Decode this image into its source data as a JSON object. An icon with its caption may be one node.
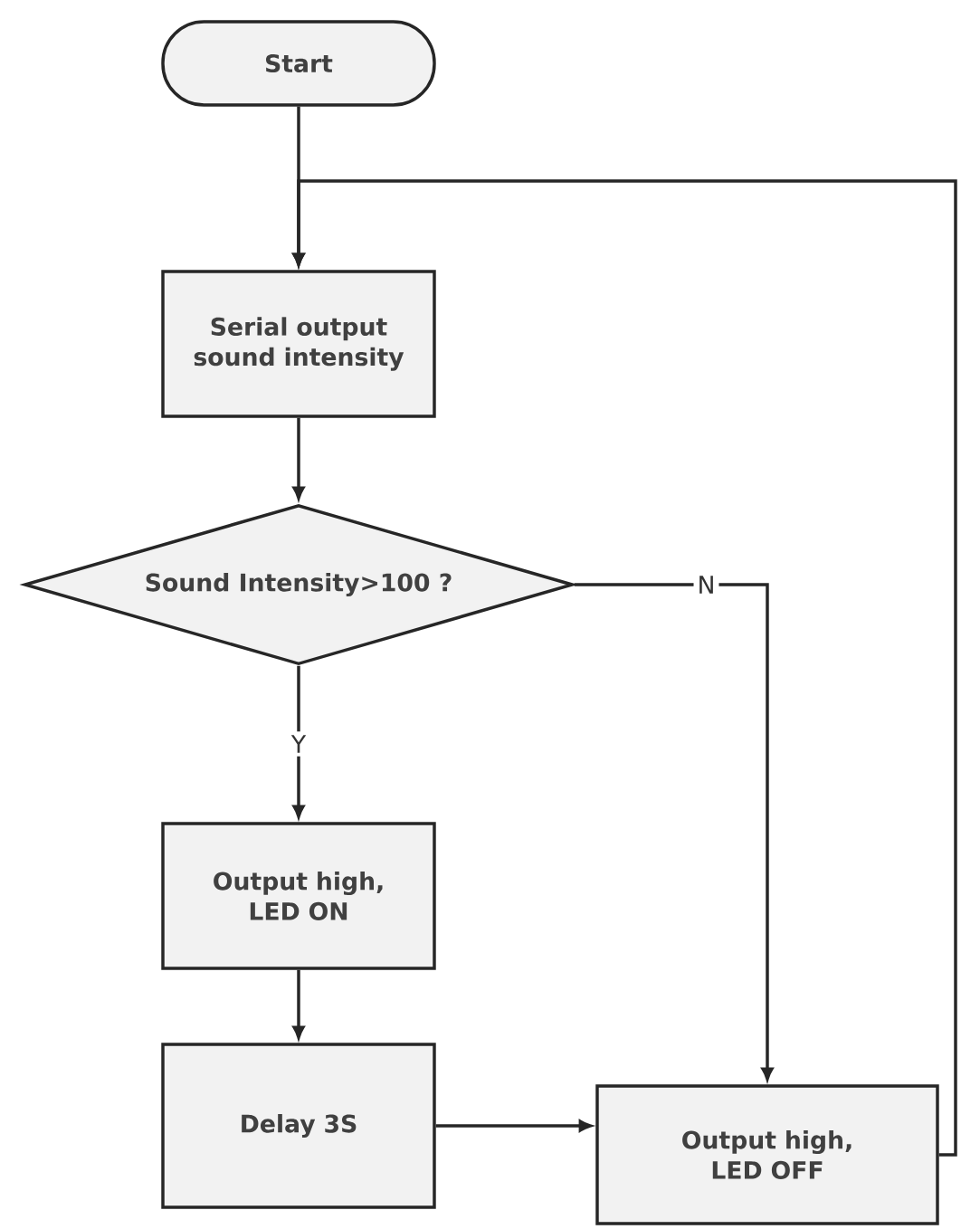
{
  "diagram": {
    "nodes": [
      {
        "text": [
          "Start"
        ]
      },
      {
        "text": [
          "Serial output sound intensity"
        ]
      },
      {
        "text": [
          "Sound Intensity>100 ?"
        ]
      },
      {
        "text": [
          "Output high, LED ON"
        ]
      },
      {
        "text": [
          "Delay 3S"
        ]
      },
      {
        "text": [
          "Output high, LED OFF"
        ]
      }
    ],
    "edges": [
      {
        "from": 0,
        "to": 1,
        "arrow": "to"
      },
      {
        "from": 1,
        "to": 2,
        "arrow": "to"
      },
      {
        "from": 2,
        "to": 3,
        "arrow": "to",
        "label": "Y"
      },
      {
        "from": 2,
        "to": 5,
        "arrow": "to",
        "label": "N"
      },
      {
        "from": 3,
        "to": 4,
        "arrow": "to"
      },
      {
        "from": 4,
        "to": 5,
        "arrow": "to"
      },
      {
        "from": 5,
        "to": 1,
        "arrow": "to"
      }
    ]
  }
}
